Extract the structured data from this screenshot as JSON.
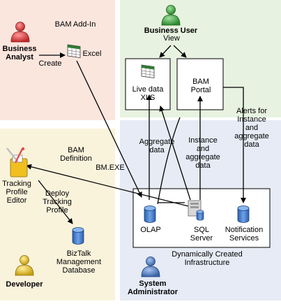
{
  "colors": {
    "analyst_zone": "#fbe6de",
    "user_zone": "#e7f2e0",
    "developer_zone": "#faf3dc",
    "admin_zone": "#e6ebf5",
    "line": "#000000",
    "person_red": "#e04848",
    "person_green": "#4aa04a",
    "person_yellow": "#e4c020",
    "person_blue": "#5580c0",
    "db_blue": "#3f7ac9"
  },
  "roles": {
    "analyst": "Business\nAnalyst",
    "user": "Business User",
    "developer": "Developer",
    "admin": "System\nAdministrator"
  },
  "labels": {
    "bam_addin": "BAM Add-In",
    "excel": "Excel",
    "create": "Create",
    "view": "View",
    "live_data": "Live data\nXLS",
    "bam_portal": "BAM\nPortal",
    "alerts": "Alerts for\nInstance\nand\naggregate\ndata",
    "aggregate": "Aggregate\ndata",
    "instance": "Instance\nand\naggregate\ndata",
    "bmexe": "BM.EXE",
    "bam_definition": "BAM\nDefinition",
    "tracking_editor": "Tracking\nProfile\nEditor",
    "deploy": "Deploy\nTracking\nProfile",
    "biztalk_db": "BizTalk\nManagement\nDatabase",
    "olap": "OLAP",
    "sql": "SQL\nServer",
    "notification": "Notification\nServices",
    "infrastructure": "Dynamically Created\nInfrastructure"
  },
  "icons": {
    "analyst": "person-icon",
    "user": "person-icon",
    "developer": "person-icon",
    "admin": "person-icon",
    "excel": "spreadsheet-icon",
    "live_data": "spreadsheet-icon",
    "tracking_editor": "editor-tool-icon",
    "biztalk_db": "database-icon",
    "olap": "database-icon",
    "sql": "server-icon",
    "notification": "database-icon"
  }
}
